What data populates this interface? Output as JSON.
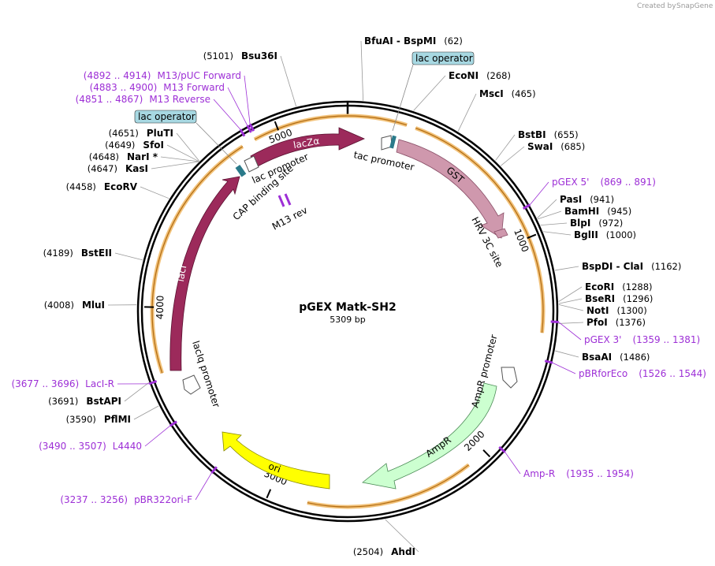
{
  "credit": {
    "text": "Created by",
    "brand": "SnapGene"
  },
  "plasmid": {
    "name": "pGEX Matk-SH2",
    "size_label": "5309 bp",
    "length": 5309
  },
  "ticks": [
    {
      "pos": 1000,
      "label": "1000"
    },
    {
      "pos": 2000,
      "label": "2000"
    },
    {
      "pos": 3000,
      "label": "3000"
    },
    {
      "pos": 4000,
      "label": "4000"
    },
    {
      "pos": 5000,
      "label": "5000"
    }
  ],
  "sites": [
    {
      "name": "BfuAI",
      "name2": "BspMI",
      "sep": " - ",
      "pos_label": "(62)"
    },
    {
      "name": "EcoNI",
      "pos_label": "(268)"
    },
    {
      "name": "MscI",
      "pos_label": "(465)"
    },
    {
      "name": "BstBI",
      "pos_label": "(655)"
    },
    {
      "name": "SwaI",
      "pos_label": "(685)"
    },
    {
      "name": "PasI",
      "pos_label": "(941)"
    },
    {
      "name": "BamHI",
      "pos_label": "(945)"
    },
    {
      "name": "BlpI",
      "pos_label": "(972)"
    },
    {
      "name": "BglII",
      "pos_label": "(1000)"
    },
    {
      "name": "BspDI",
      "name2": "ClaI",
      "sep": " - ",
      "pos_label": "(1162)"
    },
    {
      "name": "EcoRI",
      "pos_label": "(1288)"
    },
    {
      "name": "BseRI",
      "pos_label": "(1296)"
    },
    {
      "name": "NotI",
      "pos_label": "(1300)"
    },
    {
      "name": "PfoI",
      "pos_label": "(1376)"
    },
    {
      "name": "BsaAI",
      "pos_label": "(1486)"
    },
    {
      "name": "AhdI",
      "pos_label": "(2504)"
    },
    {
      "name": "PflMI",
      "pos_label": "(3590)"
    },
    {
      "name": "BstAPI",
      "pos_label": "(3691)"
    },
    {
      "name": "MluI",
      "pos_label": "(4008)"
    },
    {
      "name": "BstEII",
      "pos_label": "(4189)"
    },
    {
      "name": "EcoRV",
      "pos_label": "(4458)"
    },
    {
      "name": "KasI",
      "pos_label": "(4647)"
    },
    {
      "name": "NarI *",
      "pos_label": "(4648)"
    },
    {
      "name": "SfoI",
      "pos_label": "(4649)"
    },
    {
      "name": "PluTI",
      "pos_label": "(4651)"
    },
    {
      "name": "Bsu36I",
      "pos_label": "(5101)"
    }
  ],
  "primers": [
    {
      "name": "pGEX 5'",
      "range": "(869 .. 891)"
    },
    {
      "name": "pGEX 3'",
      "range": "(1359 .. 1381)"
    },
    {
      "name": "pBRforEco",
      "range": "(1526 .. 1544)"
    },
    {
      "name": "Amp-R",
      "range": "(1935 .. 1954)"
    },
    {
      "name": "pBR322ori-F",
      "range": "(3237 .. 3256)"
    },
    {
      "name": "L4440",
      "range": "(3490 .. 3507)"
    },
    {
      "name": "LacI-R",
      "range": "(3677 .. 3696)"
    },
    {
      "name": "M13 Reverse",
      "range": "(4851 .. 4867)"
    },
    {
      "name": "M13 Forward",
      "range": "(4883 .. 4900)"
    },
    {
      "name": "M13/pUC Forward",
      "range": "(4892 .. 4914)"
    }
  ],
  "features": [
    {
      "name": "lacZα",
      "color": "#9c2a5b"
    },
    {
      "name": "GST",
      "color": "#cf98ad"
    },
    {
      "name": "lacI",
      "color": "#9c2a5b"
    },
    {
      "name": "AmpR",
      "color": "#ccffd0"
    },
    {
      "name": "ori",
      "color": "#ffff00"
    },
    {
      "name": "tac promoter"
    },
    {
      "name": "lac promoter"
    },
    {
      "name": "CAP binding site"
    },
    {
      "name": "M13 rev"
    },
    {
      "name": "HRV 3C site"
    },
    {
      "name": "AmpR promoter"
    },
    {
      "name": "lacIq promoter"
    }
  ],
  "lac_operators": [
    {
      "label": "lac operator"
    },
    {
      "label": "lac operator"
    }
  ]
}
